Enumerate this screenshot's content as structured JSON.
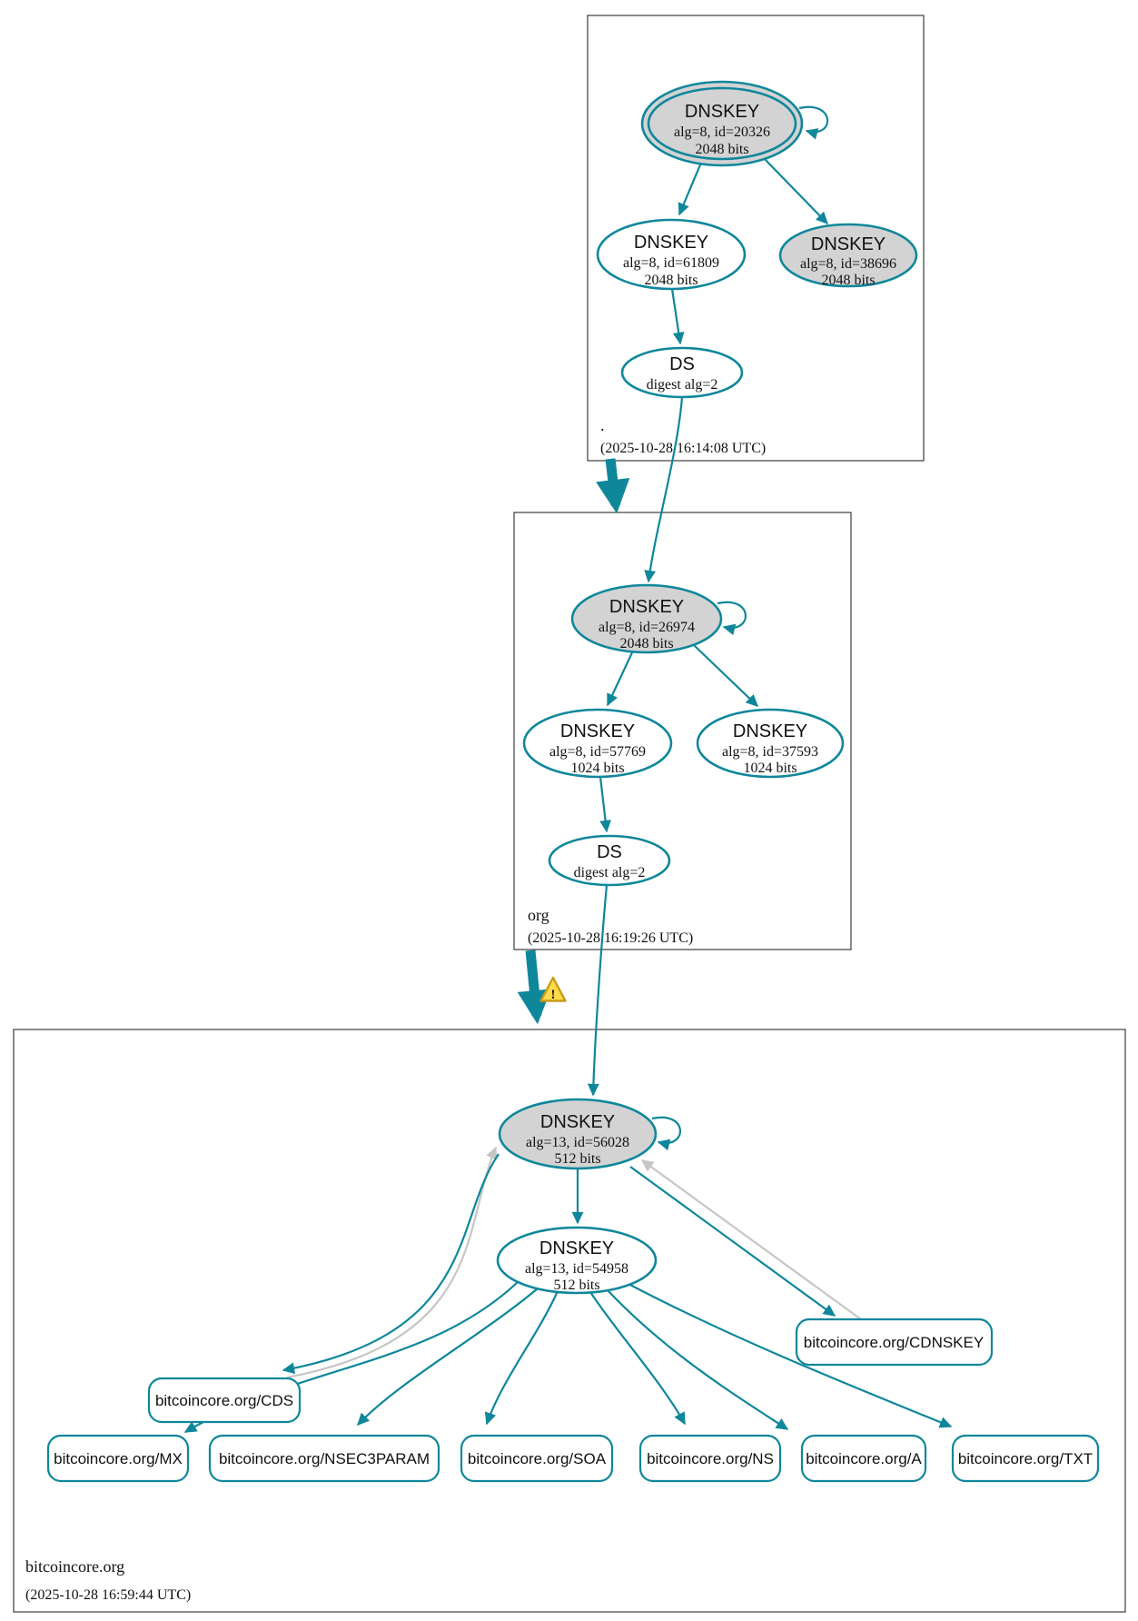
{
  "zones": [
    {
      "label": ".",
      "timestamp": "(2025-10-28 16:14:08 UTC)",
      "keys": [
        {
          "name": "DNSKEY",
          "alg": "alg=8, id=20326",
          "bits": "2048 bits"
        },
        {
          "name": "DNSKEY",
          "alg": "alg=8, id=61809",
          "bits": "2048 bits"
        },
        {
          "name": "DNSKEY",
          "alg": "alg=8, id=38696",
          "bits": "2048 bits"
        }
      ],
      "ds": {
        "name": "DS",
        "digest": "digest alg=2"
      }
    },
    {
      "label": "org",
      "timestamp": "(2025-10-28 16:19:26 UTC)",
      "keys": [
        {
          "name": "DNSKEY",
          "alg": "alg=8, id=26974",
          "bits": "2048 bits"
        },
        {
          "name": "DNSKEY",
          "alg": "alg=8, id=57769",
          "bits": "1024 bits"
        },
        {
          "name": "DNSKEY",
          "alg": "alg=8, id=37593",
          "bits": "1024 bits"
        }
      ],
      "ds": {
        "name": "DS",
        "digest": "digest alg=2"
      }
    },
    {
      "label": "bitcoincore.org",
      "timestamp": "(2025-10-28 16:59:44 UTC)",
      "keys": [
        {
          "name": "DNSKEY",
          "alg": "alg=13, id=56028",
          "bits": "512 bits"
        },
        {
          "name": "DNSKEY",
          "alg": "alg=13, id=54958",
          "bits": "512 bits"
        }
      ],
      "rrsets": [
        {
          "label": "bitcoincore.org/CDNSKEY"
        },
        {
          "label": "bitcoincore.org/CDS"
        },
        {
          "label": "bitcoincore.org/MX"
        },
        {
          "label": "bitcoincore.org/NSEC3PARAM"
        },
        {
          "label": "bitcoincore.org/SOA"
        },
        {
          "label": "bitcoincore.org/NS"
        },
        {
          "label": "bitcoincore.org/A"
        },
        {
          "label": "bitcoincore.org/TXT"
        }
      ]
    }
  ],
  "colors": {
    "secure_teal": "#0f879b",
    "reference_gray": "#c6c6c6",
    "ksk_fill_gray": "#d3d3d3",
    "warning_fill": "#ffdb4d",
    "warning_stroke": "#c79b16"
  },
  "icons": {
    "warning": "!"
  }
}
